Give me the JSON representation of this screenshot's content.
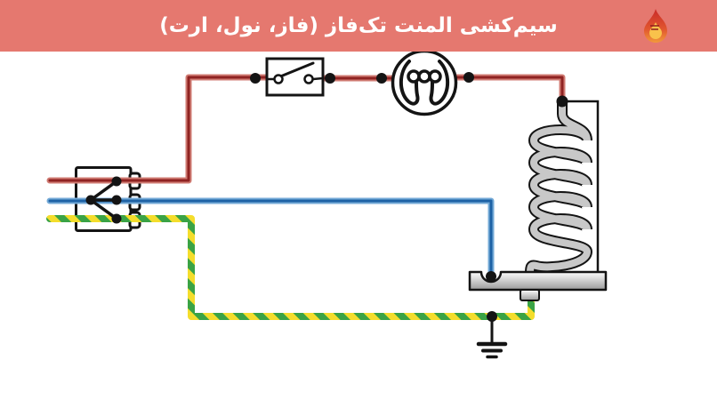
{
  "header": {
    "title": "سیم‌کشی المنت تک‌فاز (فاز، نول، ارت)",
    "logo": "flame-logo"
  },
  "colors": {
    "header-bg": "#e5786f",
    "title-color": "#ffffff",
    "phase": "#8f2322",
    "phase-light": "#d07b73",
    "neutral": "#1e62a5",
    "neutral-light": "#74aad7",
    "earth-yellow": "#f4dd2c",
    "earth-green": "#3aa345",
    "coil-gray": "#c8c8c8",
    "ink": "#141414"
  },
  "diagram": {
    "wires": [
      {
        "name": "phase-wire",
        "color": "#8f2322"
      },
      {
        "name": "neutral-wire",
        "color": "#1e62a5"
      },
      {
        "name": "earth-wire",
        "color": "#f4dd2c/#3aa345"
      }
    ],
    "components": [
      {
        "name": "three-way-terminal-block"
      },
      {
        "name": "single-pole-switch"
      },
      {
        "name": "element-winding-indicator"
      },
      {
        "name": "heating-element-coil"
      },
      {
        "name": "element-mounting-plate"
      },
      {
        "name": "earth-ground-symbol"
      }
    ]
  }
}
